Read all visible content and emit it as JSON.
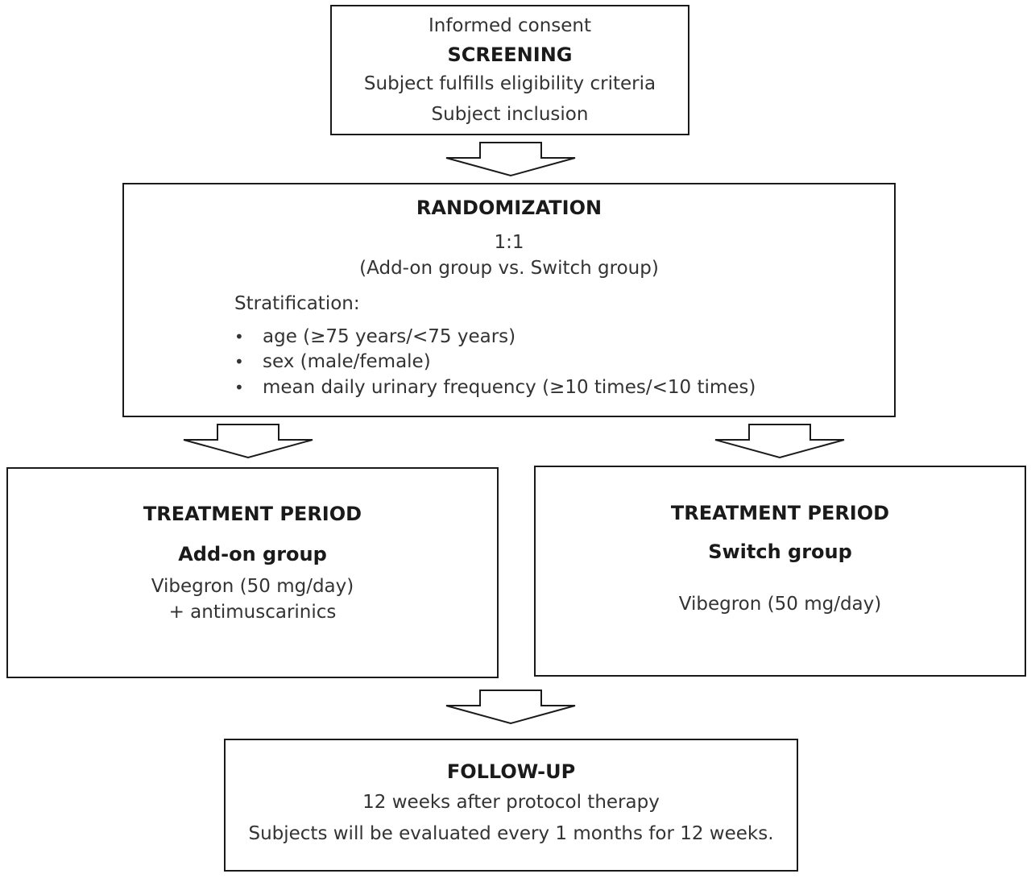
{
  "screening": {
    "line1": "Informed consent",
    "title": "SCREENING",
    "line3": "Subject fulfills eligibility criteria",
    "line4": "Subject inclusion"
  },
  "randomization": {
    "title": "RANDOMIZATION",
    "ratio": "1:1",
    "groups": "(Add-on group vs. Switch group)",
    "stratification_label": "Stratification:",
    "stratification_items": [
      "age (≥75 years/<75 years)",
      "sex (male/female)",
      "mean daily urinary frequency (≥10 times/<10 times)"
    ]
  },
  "treatment_addon": {
    "title": "TREATMENT PERIOD",
    "group": "Add-on group",
    "drug": "Vibegron (50 mg/day)",
    "drug2": "+ antimuscarinics"
  },
  "treatment_switch": {
    "title": "TREATMENT PERIOD",
    "group": "Switch group",
    "drug": "Vibegron (50 mg/day)"
  },
  "followup": {
    "title": "FOLLOW-UP",
    "line2": "12 weeks after protocol therapy",
    "line3": "Subjects will be evaluated every 1 months for 12 weeks."
  },
  "colors": {
    "border": "#1a1a1a",
    "text": "#333333",
    "background": "#ffffff"
  }
}
